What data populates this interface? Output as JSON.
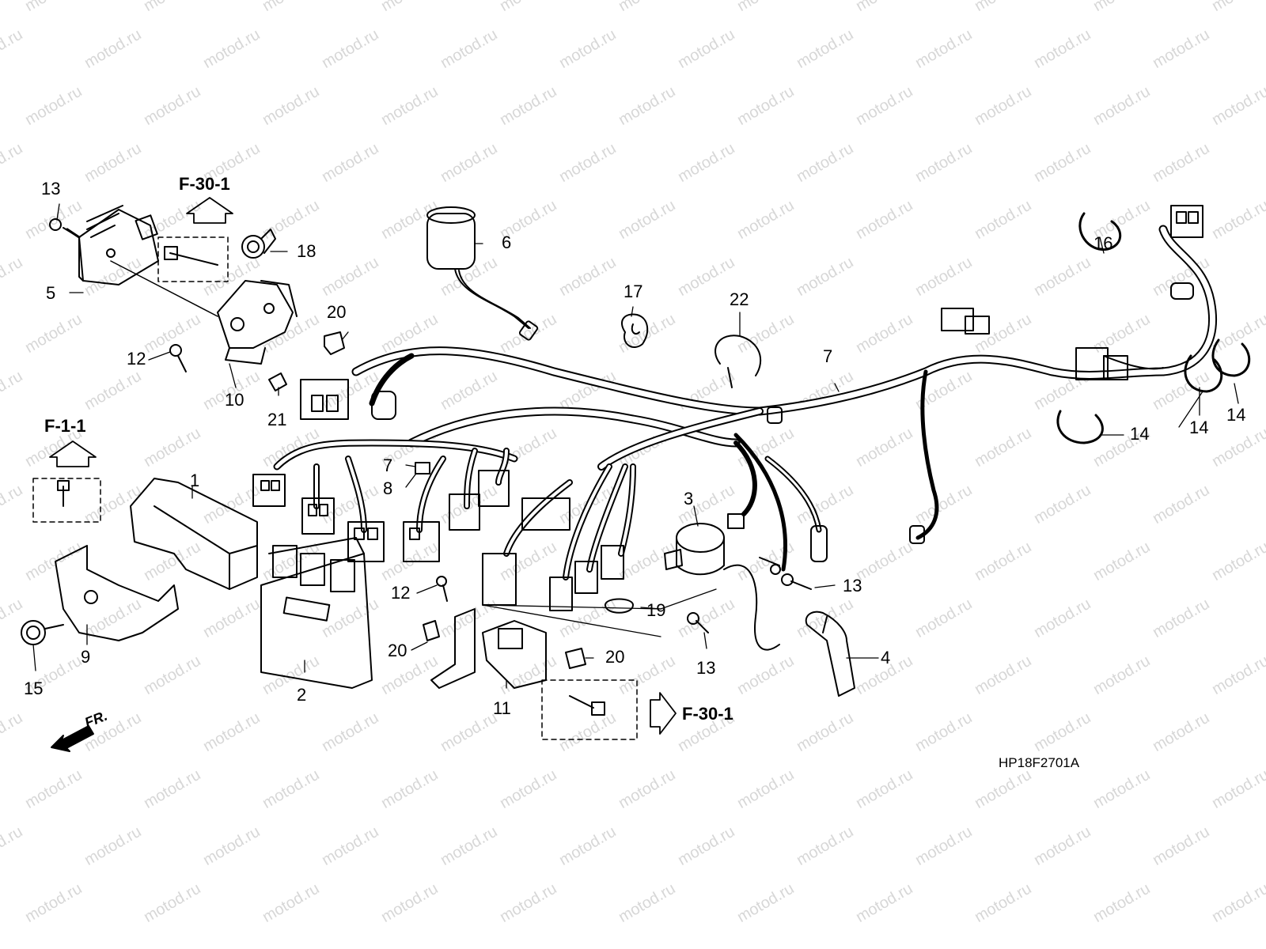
{
  "diagram": {
    "watermark": "motod.ru",
    "drawing_code": "HP18F2701A",
    "front_indicator": "FR.",
    "references": [
      "F-30-1",
      "F-1-1",
      "F-30-1"
    ],
    "part_labels": [
      "1",
      "2",
      "3",
      "4",
      "5",
      "6",
      "7",
      "7",
      "8",
      "9",
      "10",
      "11",
      "12",
      "12",
      "13",
      "13",
      "13",
      "14",
      "14",
      "14",
      "15",
      "16",
      "17",
      "18",
      "19",
      "20",
      "20",
      "20",
      "21",
      "22"
    ]
  }
}
